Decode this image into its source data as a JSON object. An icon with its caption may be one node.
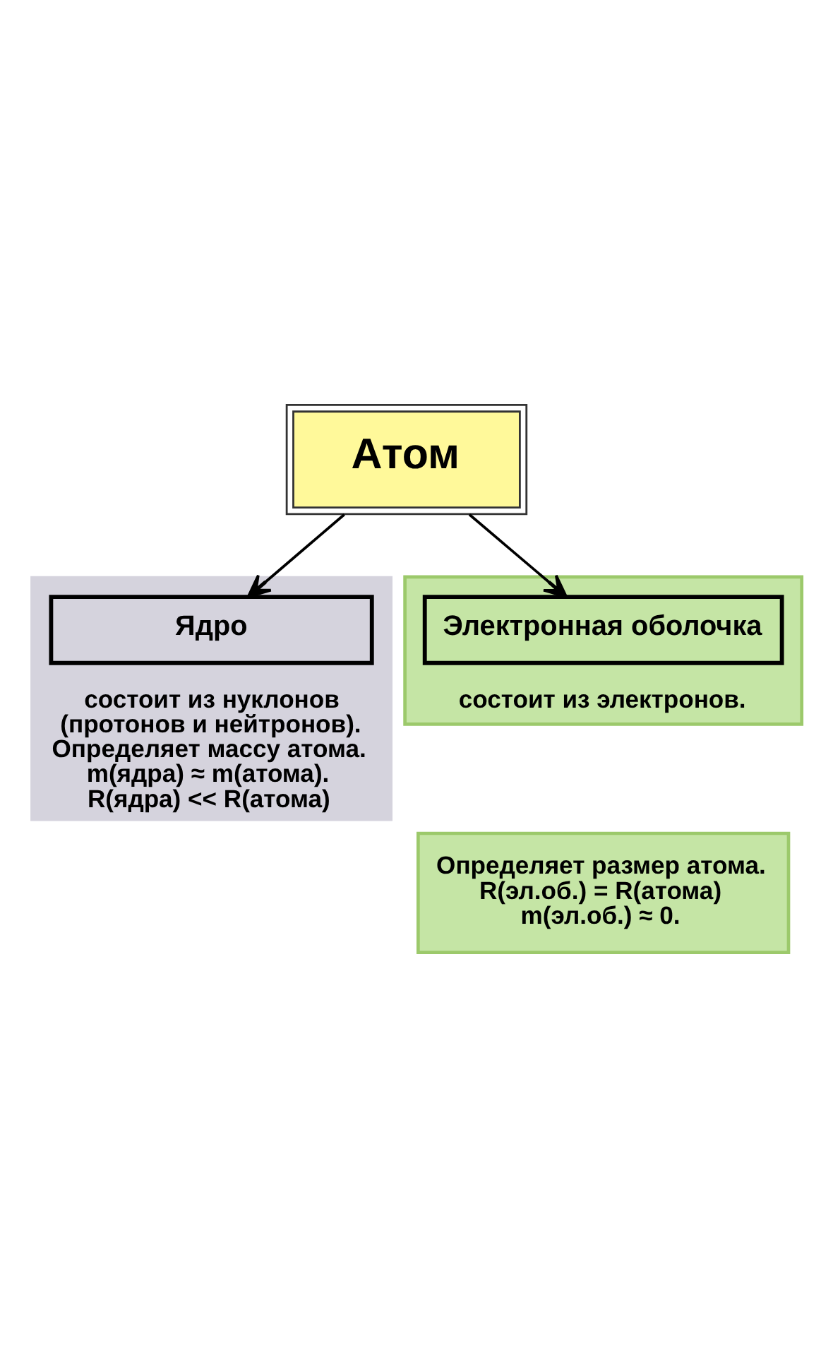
{
  "diagram": {
    "nodes": [
      {
        "text": [
          "Атом"
        ]
      },
      {
        "text": [
          "состоит из нуклонов (протонов и нейтронов).",
          "Определяет массу атома. m(ядра) ≈ m(атома). R(ядра) << R(атома)"
        ]
      },
      {
        "text": [
          "Ядро"
        ],
        "in": 1
      },
      {
        "text": [
          "состоит из электронов."
        ]
      },
      {
        "text": [
          "Электронная оболочка"
        ],
        "in": 3
      },
      {
        "text": [
          "Определяет размер атома. R(эл.об.) = R(атома) m(эл.об.) ≈ 0."
        ]
      }
    ],
    "edges": [
      {
        "from": 0,
        "to": 2,
        "arrow": "to"
      },
      {
        "from": 0,
        "to": 4,
        "arrow": "to"
      }
    ]
  }
}
